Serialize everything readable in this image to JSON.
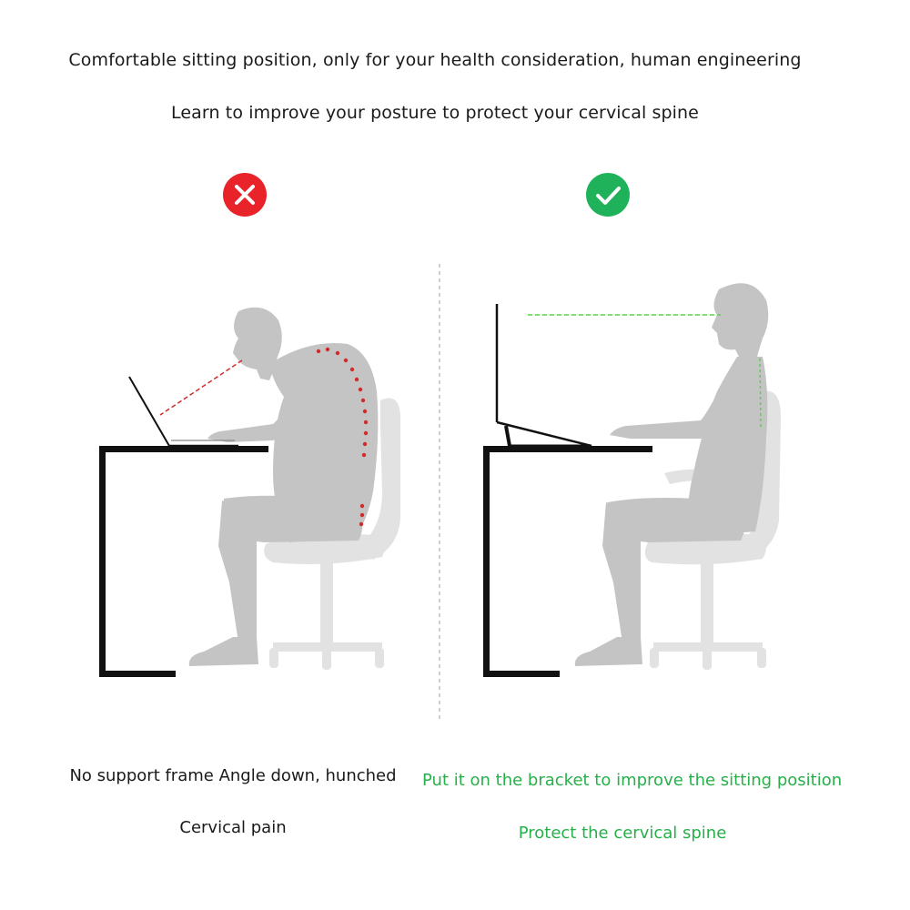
{
  "header": {
    "title": "Comfortable sitting position, only for your health consideration, human engineering",
    "subtitle": "Learn to improve your posture to protect your cervical spine"
  },
  "wrong_panel": {
    "caption_line1": "No support frame Angle down, hunched",
    "caption_line2": "Cervical pain",
    "badge_icon": "x-icon",
    "badge_color": "#e8232a"
  },
  "right_panel": {
    "caption_line1": "Put it on the bracket to improve the sitting position",
    "caption_line2": "Protect the cervical spine",
    "badge_icon": "check-icon",
    "badge_color": "#1fb25a"
  },
  "colors": {
    "text": "#1a1a1a",
    "caption_green": "#27b04a",
    "figure_gray": "#c4c4c4",
    "chair_gray": "#e2e2e2",
    "furniture": "#111111",
    "spine_dots": "#d22a2a",
    "sightline_green": "#58d24a"
  }
}
